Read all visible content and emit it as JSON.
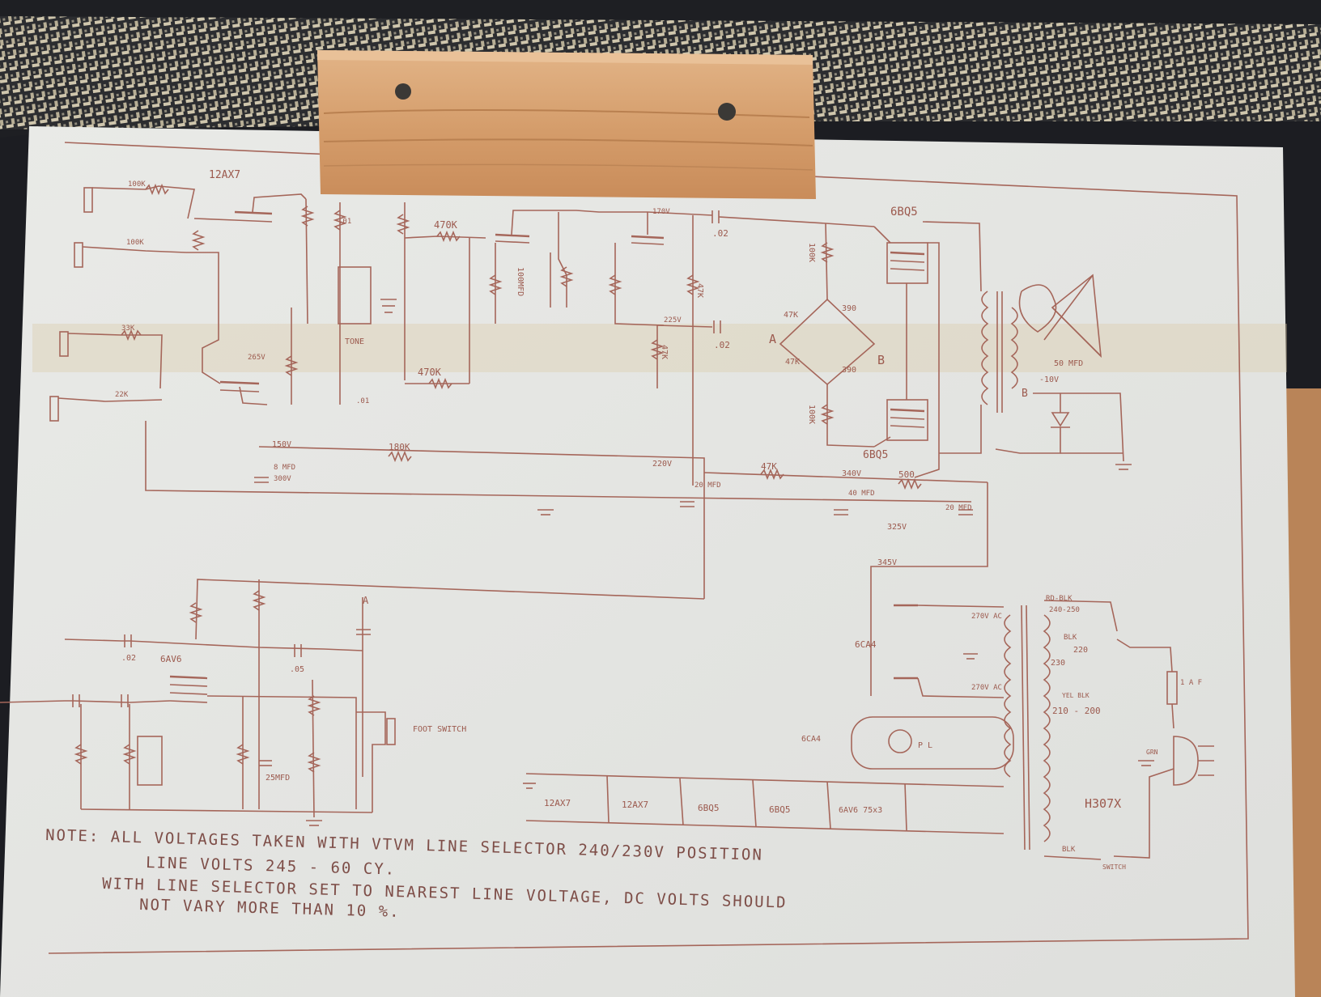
{
  "colors": {
    "ink": "#a5665a",
    "paper": "#e6e7e4",
    "grille": "#2a2b2e",
    "wood": "#d9a878",
    "cabinet": "#1c1d22"
  },
  "tubes": {
    "preamp1": "12AX7",
    "preamp2": "12AX7",
    "output": "6BQ5",
    "output2": "6BQ5",
    "reverb": "6AV6",
    "rectifier": "6CA4",
    "power_transformer": "H307X"
  },
  "components": {
    "r100k_a": "100K",
    "r100k_b": "100K",
    "r33k": "33K",
    "r22k": "22K",
    "r470k_a": "470K",
    "r470k_b": "470K",
    "r100k_c": "100K",
    "r100k_d": "100K",
    "r47k_a": "47K",
    "r47k_b": "47K",
    "r47k_c": "47K",
    "r47k_d": "47K",
    "r390_a": "390",
    "r390_b": "390",
    "r500": "500",
    "r100k_e": "100K",
    "r100k_f": "100K",
    "r180k": "180K",
    "c02_a": ".02",
    "c02_b": ".02",
    "c02_c": ".02",
    "c01_a": ".01",
    "c01_b": ".01",
    "c05": ".05",
    "c25mfd": "25MFD",
    "c100mfd": "100MFD",
    "c20mfd_a": "20 MFD",
    "c20mfd_b": "20 MFD",
    "c40mfd": "40 MFD",
    "c8mfd": "8 MFD",
    "c300v": "300V",
    "c50mfd": "50 MFD",
    "vol": "TONE",
    "node_a": "A",
    "node_b": "B",
    "v265": "265V",
    "v170": "170V",
    "v225": "225V",
    "v340": "340V",
    "v325": "325V",
    "v345": "345V",
    "v150": "150V",
    "v10": "-10V",
    "v220": "220V"
  },
  "transformer": {
    "rd_blk": "RD-BLK",
    "tap_240": "240-250",
    "blk": "BLK",
    "tap_220": "220",
    "tap_230": "230",
    "yel_blk": "YEL BLK",
    "tap_210": "210 - 200",
    "hv_a": "270V AC",
    "hv_b": "270V AC",
    "fuse": "1 A F",
    "heater": "6CA4",
    "pilot": "P L",
    "blk_bottom": "BLK",
    "switch": "SWITCH",
    "ground": "GRN"
  },
  "footswitch": "FOOT SWITCH",
  "heater_chain": [
    "12AX7",
    "12AX7",
    "6BQ5",
    "6BQ5",
    "6AV6 75x3"
  ],
  "note": {
    "line1": "NOTE:  ALL VOLTAGES TAKEN WITH VTVM    LINE SELECTOR  240/230V  POSITION",
    "line2": "LINE  VOLTS  245 - 60 CY.",
    "line3": "WITH LINE SELECTOR  SET TO NEAREST  LINE VOLTAGE,  DC VOLTS  SHOULD",
    "line4": "NOT VARY MORE THAN  10 %."
  }
}
